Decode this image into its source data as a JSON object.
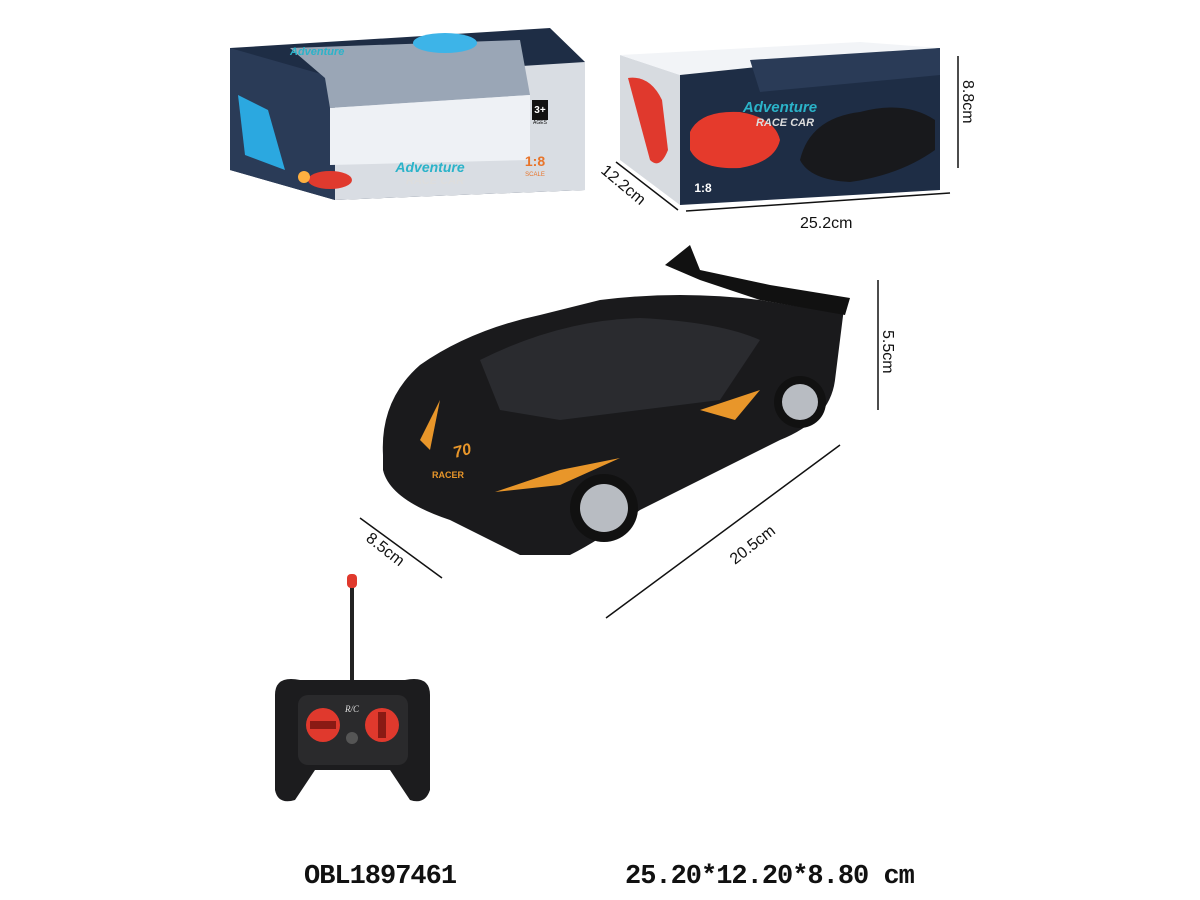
{
  "product": {
    "item_code": "OBL1897461",
    "package_size": "25.20*12.20*8.80 cm"
  },
  "box": {
    "brand_line1": "Adventure",
    "brand_line2": "RACE CAR",
    "scale": "1:8",
    "scale_label": "SCALE",
    "age": "3+",
    "age_label": "AGES",
    "dimensions": {
      "depth": "12.2cm",
      "length": "25.2cm",
      "height": "8.8cm"
    }
  },
  "car": {
    "decal_number": "70",
    "decal_text": "RACER",
    "dimensions": {
      "width": "8.5cm",
      "length": "20.5cm",
      "height": "5.5cm"
    }
  },
  "remote": {
    "label": "R/C"
  },
  "colors": {
    "box_navy": "#1e2d45",
    "accent_cyan": "#2bb3c9",
    "accent_orange": "#e8742a",
    "car_body": "#1a1a1c",
    "remote_red": "#e0392d"
  }
}
